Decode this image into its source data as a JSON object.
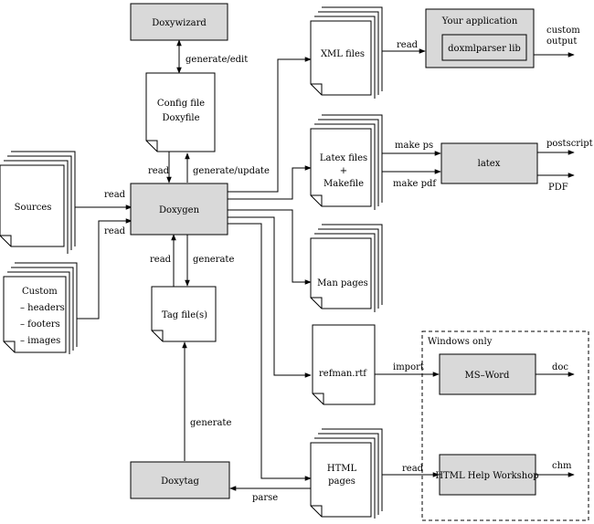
{
  "nodes": {
    "doxywizard": "Doxywizard",
    "config_line1": "Config file",
    "config_line2": "Doxyfile",
    "doxygen": "Doxygen",
    "sources": "Sources",
    "custom_title": "Custom",
    "custom_item1": "– headers",
    "custom_item2": "– footers",
    "custom_item3": "– images",
    "tagfile": "Tag file(s)",
    "doxytag": "Doxytag",
    "xml": "XML files",
    "your_app": "Your application",
    "parser_lib": "doxmlparser lib",
    "latex_files_line1": "Latex files",
    "latex_files_line2": "+",
    "latex_files_line3": "Makefile",
    "latex": "latex",
    "man": "Man pages",
    "refman": "refman.rtf",
    "msword": "MS–Word",
    "html_line1": "HTML",
    "html_line2": "pages",
    "hhw": "HTML Help Workshop",
    "windows_only": "Windows only"
  },
  "edge_labels": {
    "generate_edit": "generate/edit",
    "read_config": "read",
    "generate_update": "generate/update",
    "read_sources": "read",
    "read_custom": "read",
    "read_tag": "read",
    "generate_tag": "generate",
    "generate_doxytag": "generate",
    "parse": "parse",
    "read_xml": "read",
    "custom_output_line1": "custom",
    "custom_output_line2": "output",
    "make_ps": "make ps",
    "make_pdf": "make pdf",
    "postscript": "postscript",
    "pdf": "PDF",
    "import": "import",
    "doc": "doc",
    "read_html": "read",
    "chm": "chm"
  }
}
